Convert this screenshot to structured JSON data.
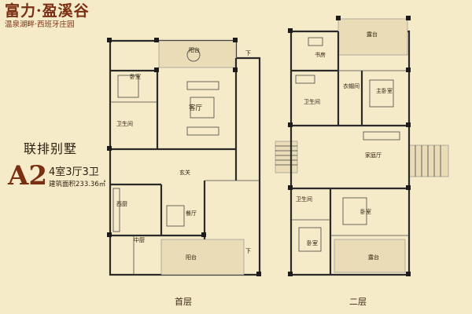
{
  "header": {
    "brand_title": "富力·盈溪谷",
    "brand_subtitle": "温泉湖畔·西班牙庄园"
  },
  "info": {
    "house_type": "联排别墅",
    "plan_code": "A2",
    "room_config": "4室3厅3卫",
    "area": "建筑面积233.36㎡"
  },
  "floor1": {
    "caption": "首层",
    "rooms": {
      "terrace_top": "阳台",
      "bedroom": "卧室",
      "bathroom": "卫生间",
      "living": "客厅",
      "foyer": "玄关",
      "west_kitchen": "西厨",
      "dining": "餐厅",
      "chinese_kitchen": "中厨",
      "terrace_bottom": "阳台"
    },
    "stair_marks": [
      "下",
      "下"
    ]
  },
  "floor2": {
    "caption": "二层",
    "rooms": {
      "terrace_top": "露台",
      "study": "书房",
      "closet": "衣帽间",
      "master_bedroom": "主卧室",
      "bathroom_upper": "卫生间",
      "family_room": "家庭厅",
      "bathroom_lower": "卫生间",
      "bedroom_mid": "卧室",
      "bedroom_left": "卧室",
      "terrace_bottom": "露台"
    }
  }
}
